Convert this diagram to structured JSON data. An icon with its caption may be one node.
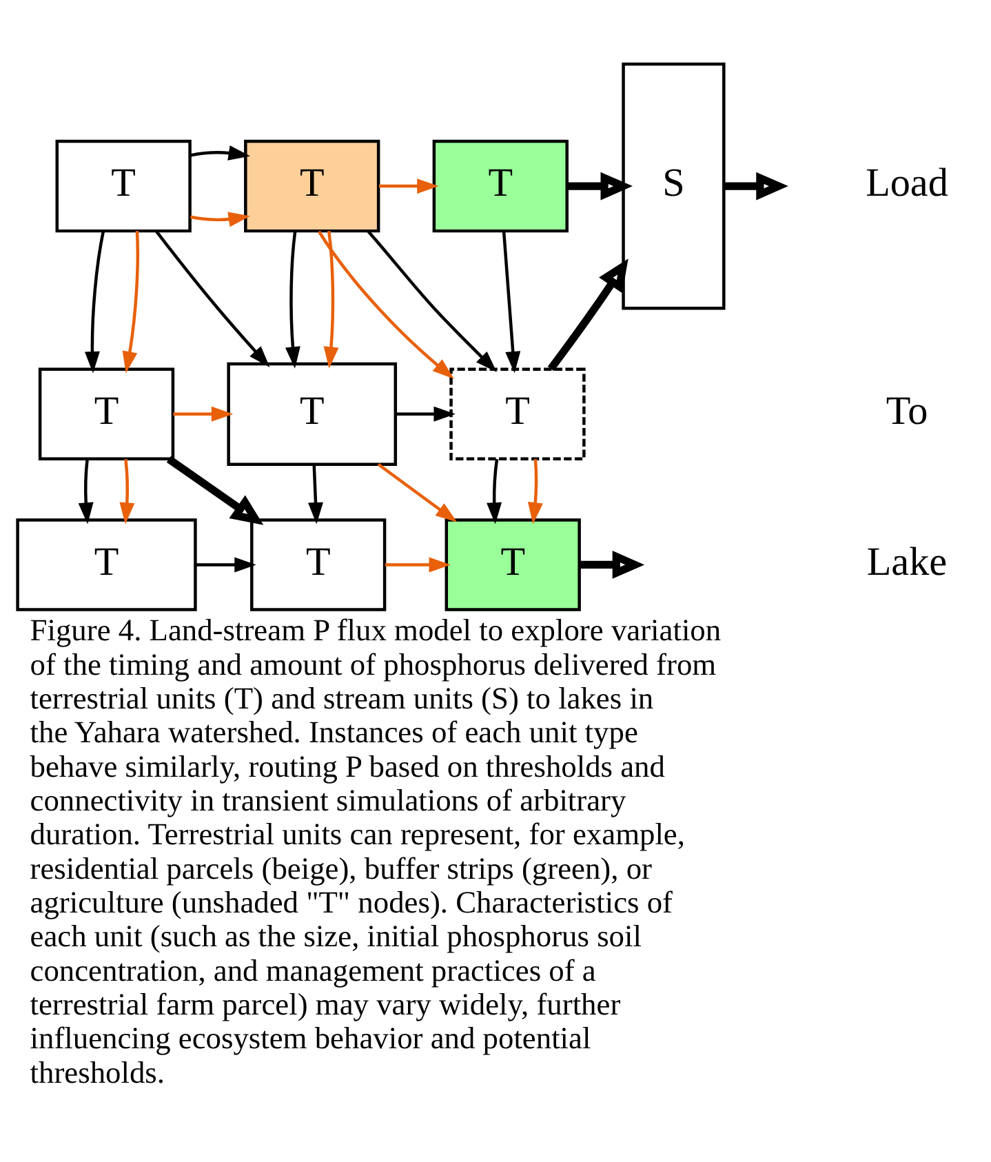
{
  "diagram": {
    "caption": "Figure 4. Land-stream P flux model to explore variation of the timing and amount of phosphorus delivered from terrestrial units (T) and stream units (S) to lakes in the Yahara watershed. Instances of each unit type behave similarly, routing P based on thresholds and connectivity in transient simulations of arbitrary duration. Terrestrial units can represent, for example, residential parcels (beige), buffer strips (green), or agriculture (unshaded \"T\" nodes). Characteristics of each unit (such as the size, initial phosphorus soil concentration, and management practices of a terrestrial farm parcel) may vary widely, further influencing ecosystem behavior and potential thresholds.",
    "nodes": [
      {
        "text": [
          "T"
        ]
      },
      {
        "text": [
          "T"
        ]
      },
      {
        "text": [
          "T"
        ]
      },
      {
        "text": [
          "S"
        ]
      },
      {
        "text": [
          "T"
        ]
      },
      {
        "text": [
          "T"
        ]
      },
      {
        "text": [
          "T"
        ]
      },
      {
        "text": [
          "T"
        ]
      },
      {
        "text": [
          "T"
        ]
      },
      {
        "text": [
          "T"
        ]
      }
    ],
    "edges": [
      {
        "from": 0,
        "to": 1,
        "arrow": "to",
        "color": "#e8600a"
      },
      {
        "from": 0,
        "to": 1,
        "arrow": "to"
      },
      {
        "from": 1,
        "to": 2,
        "arrow": "to",
        "color": "#e8600a"
      },
      {
        "from": 2,
        "to": 3,
        "arrow": "to",
        "style": "thick"
      },
      {
        "from": 2,
        "to": 6,
        "arrow": "to"
      },
      {
        "from": 0,
        "to": 4,
        "arrow": "to"
      },
      {
        "from": 0,
        "to": 4,
        "arrow": "to",
        "color": "#e8600a"
      },
      {
        "from": 0,
        "to": 5,
        "arrow": "to"
      },
      {
        "from": 1,
        "to": 5,
        "arrow": "to"
      },
      {
        "from": 1,
        "to": 5,
        "arrow": "to",
        "color": "#e8600a"
      },
      {
        "from": 1,
        "to": 6,
        "arrow": "to",
        "color": "#e8600a"
      },
      {
        "from": 1,
        "to": 6,
        "arrow": "to"
      },
      {
        "from": 3,
        "to": null,
        "arrow": "to",
        "style": "thick"
      },
      {
        "from": 4,
        "to": 5,
        "arrow": "to",
        "color": "#e8600a"
      },
      {
        "from": 5,
        "to": 6,
        "arrow": "to"
      },
      {
        "from": 6,
        "to": 3,
        "arrow": "to",
        "style": "thick"
      },
      {
        "from": 4,
        "to": 7,
        "arrow": "to"
      },
      {
        "from": 4,
        "to": 7,
        "arrow": "to",
        "color": "#e8600a"
      },
      {
        "from": 4,
        "to": 8,
        "arrow": "to",
        "style": "thick"
      },
      {
        "from": 5,
        "to": 8,
        "arrow": "to"
      },
      {
        "from": 5,
        "to": 9,
        "arrow": "to",
        "color": "#e8600a"
      },
      {
        "from": 6,
        "to": 9,
        "arrow": "to"
      },
      {
        "from": 6,
        "to": 9,
        "arrow": "to",
        "color": "#e8600a"
      },
      {
        "from": 7,
        "to": 8,
        "arrow": "to"
      },
      {
        "from": 8,
        "to": 9,
        "arrow": "to",
        "color": "#e8600a"
      },
      {
        "from": 9,
        "to": null,
        "arrow": "to",
        "style": "thick"
      }
    ],
    "labels": [
      "Load",
      "To",
      "Lake"
    ]
  }
}
